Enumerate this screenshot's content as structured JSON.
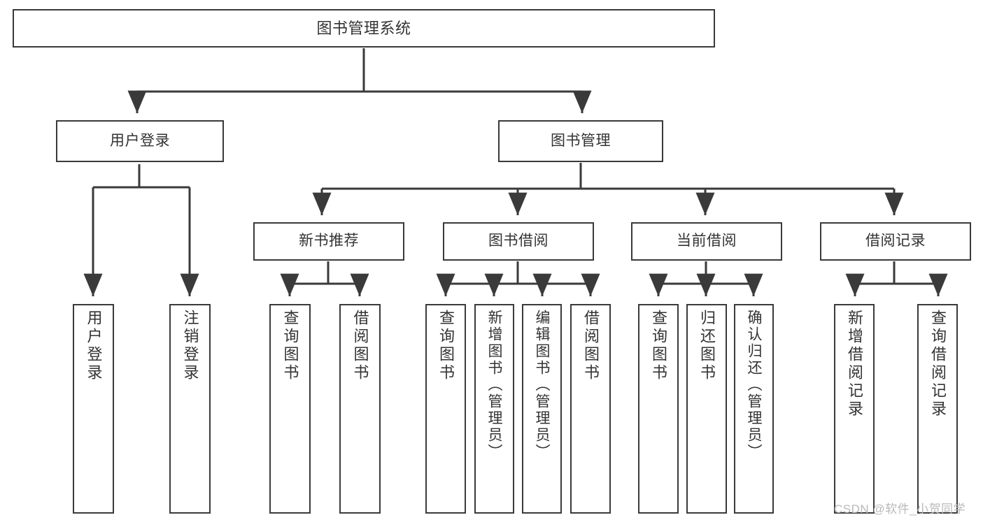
{
  "diagram": {
    "type": "tree",
    "title": "图书管理系统",
    "root": {
      "label": "图书管理系统"
    },
    "level2": [
      {
        "label": "用户登录"
      },
      {
        "label": "图书管理"
      }
    ],
    "level3": [
      {
        "label": "新书推荐"
      },
      {
        "label": "图书借阅"
      },
      {
        "label": "当前借阅"
      },
      {
        "label": "借阅记录"
      }
    ],
    "leaves": {
      "user_login": [
        {
          "label": "用户登录"
        },
        {
          "label": "注销登录"
        }
      ],
      "new_book_recommend": [
        {
          "label": "查询图书"
        },
        {
          "label": "借阅图书"
        }
      ],
      "book_borrow": [
        {
          "label": "查询图书"
        },
        {
          "label": "新增图书（管理员）"
        },
        {
          "label": "编辑图书（管理员）"
        },
        {
          "label": "借阅图书"
        }
      ],
      "current_borrow": [
        {
          "label": "查询图书"
        },
        {
          "label": "归还图书"
        },
        {
          "label": "确认归还（管理员）"
        }
      ],
      "borrow_record": [
        {
          "label": "新增借阅记录"
        },
        {
          "label": "查询借阅记录"
        }
      ]
    }
  },
  "watermark": {
    "text": "CSDN @软件_小贺同学"
  },
  "colors": {
    "stroke": "#3a3a3a",
    "background": "#ffffff",
    "text": "#333333",
    "watermark": "#b9b9b9"
  }
}
